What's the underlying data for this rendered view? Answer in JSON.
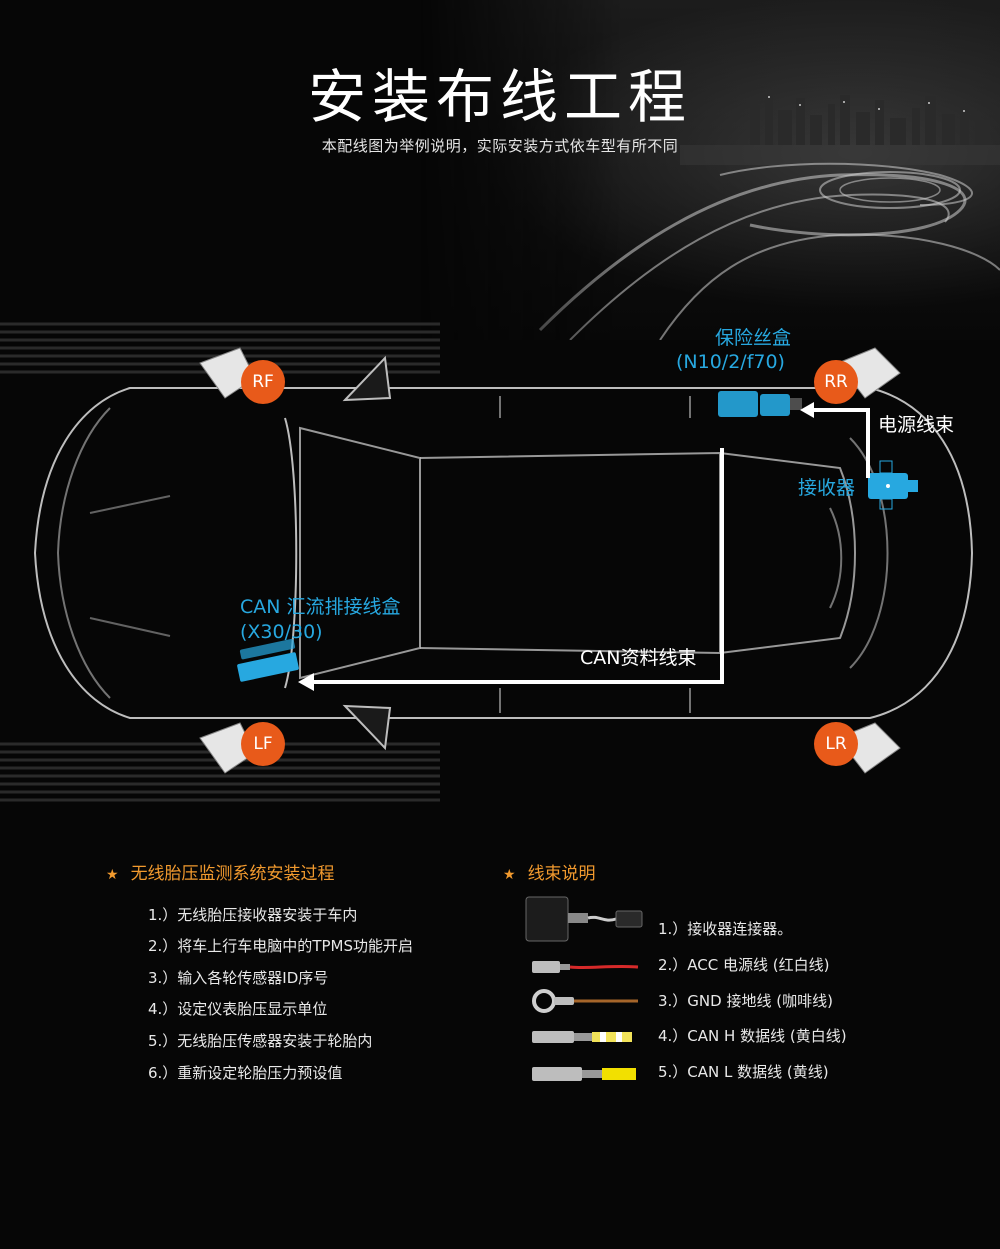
{
  "header": {
    "title": "安装布线工程",
    "subtitle": "本配线图为举例说明，实际安装方式依车型有所不同"
  },
  "diagram": {
    "fuse_box": {
      "name": "保险丝盒",
      "spec": "(N10/2/f70)"
    },
    "power_harness": "电源线束",
    "receiver": "接收器",
    "can_box": {
      "name": "CAN 汇流排接线盒",
      "spec": "(X30/30)"
    },
    "can_harness": "CAN资料线束",
    "wheels": {
      "rf": "RF",
      "rr": "RR",
      "lf": "LF",
      "lr": "LR"
    },
    "colors": {
      "accent_blue": "#27a8e0",
      "badge_orange": "#e85a1a",
      "star_orange": "#f29a2e"
    }
  },
  "install": {
    "heading": "无线胎压监测系统安装过程",
    "steps": [
      "1.）无线胎压接收器安装于车内",
      "2.）将车上行车电脑中的TPMS功能开启",
      "3.）输入各轮传感器ID序号",
      "4.）设定仪表胎压显示单位",
      "5.）无线胎压传感器安装于轮胎内",
      "6.）重新设定轮胎压力预设值"
    ]
  },
  "wires": {
    "heading": "线束说明",
    "items": [
      {
        "label": "1.）接收器连接器。",
        "icon": "connector-plug-icon"
      },
      {
        "label": "2.）ACC 电源线 (红白线)",
        "icon": "red-wire-icon"
      },
      {
        "label": "3.）GND 接地线 (咖啡线)",
        "icon": "ring-terminal-icon"
      },
      {
        "label": "4.）CAN H 数据线 (黄白线)",
        "icon": "yellow-white-wire-icon"
      },
      {
        "label": "5.）CAN L 数据线 (黄线)",
        "icon": "yellow-wire-icon"
      }
    ]
  }
}
